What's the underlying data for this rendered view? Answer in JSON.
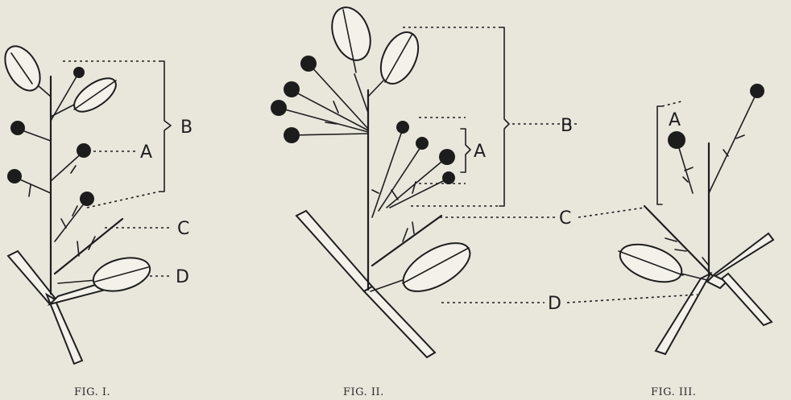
{
  "figures": [
    {
      "caption": "FIG. I.",
      "labels": {
        "A": "A",
        "B": "B",
        "C": "C",
        "D": "D"
      }
    },
    {
      "caption": "FIG. II.",
      "labels": {
        "A": "A",
        "B": "B",
        "C": "C",
        "D": "D"
      }
    },
    {
      "caption": "FIG. III.",
      "labels": {
        "A": "A"
      }
    }
  ]
}
